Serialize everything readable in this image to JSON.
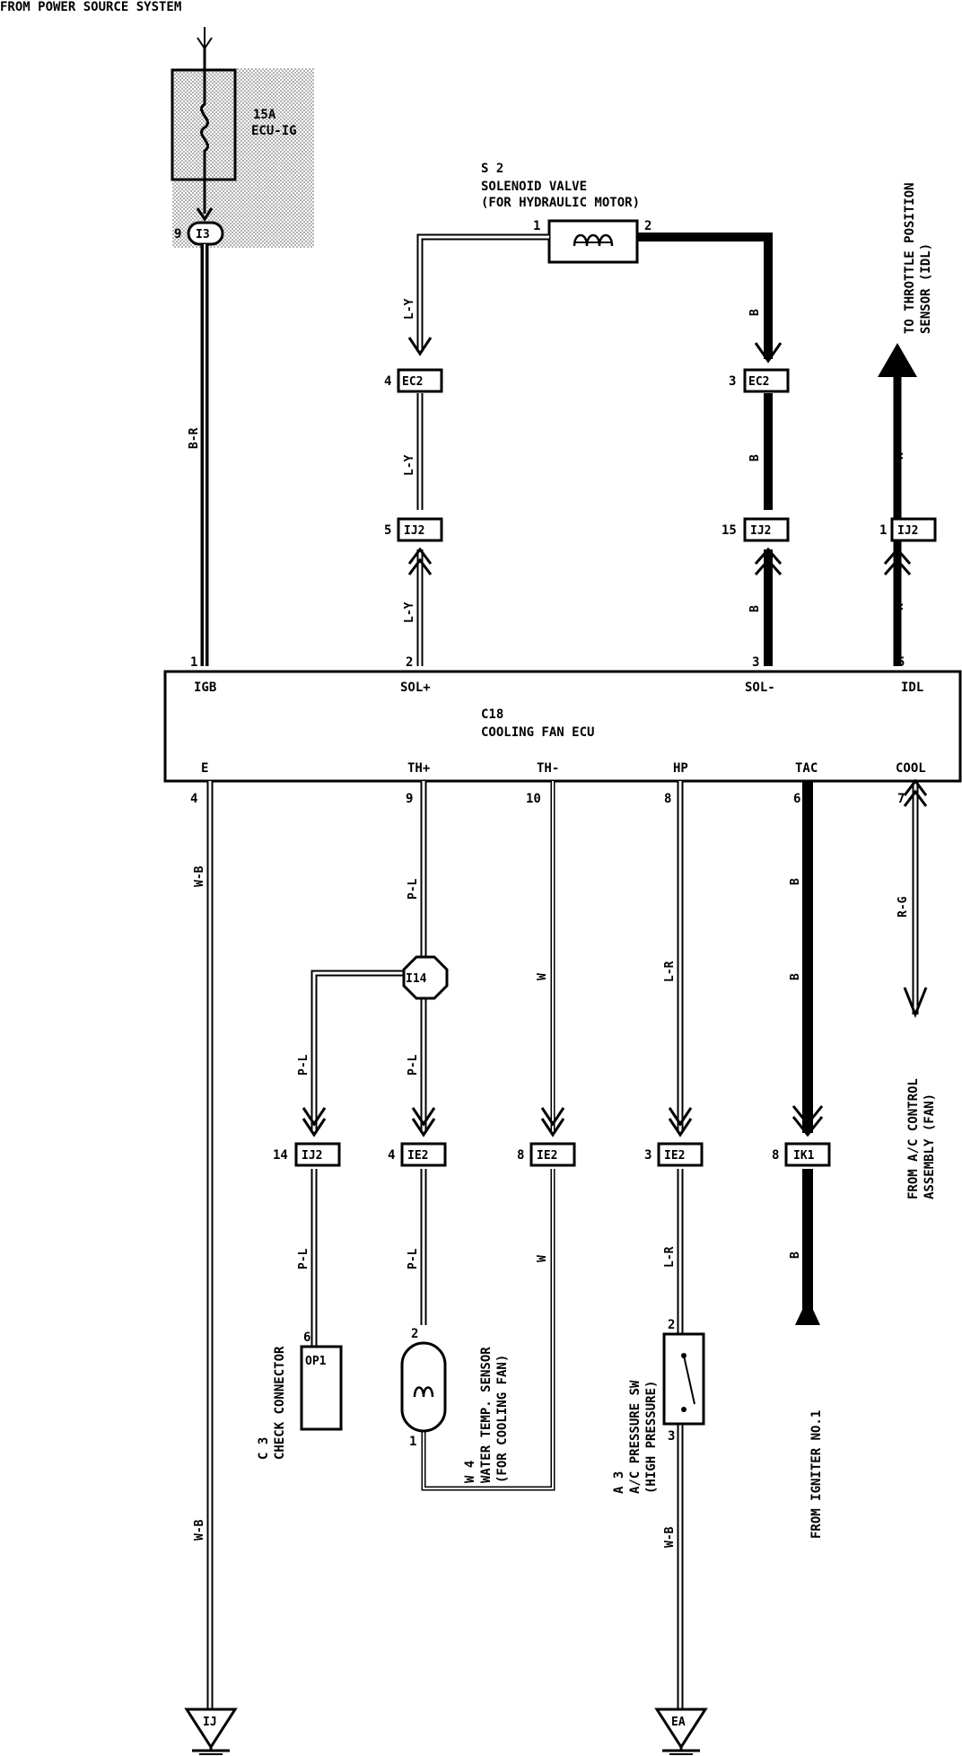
{
  "header": {
    "power_source": "FROM POWER SOURCE SYSTEM"
  },
  "fuse": {
    "rating": "15A",
    "name": "ECU-IG"
  },
  "junction_top": {
    "pin": "9",
    "label": "I3"
  },
  "solenoid": {
    "id": "S 2",
    "name": "SOLENOID VALVE",
    "note": "(FOR HYDRAULIC MOTOR)",
    "pin1": "1",
    "pin2": "2"
  },
  "throttle": {
    "line1": "TO THROTTLE POSITION",
    "line2": "SENSOR (IDL)"
  },
  "ecu": {
    "id": "C18",
    "name": "COOLING FAN ECU",
    "top_terminals": [
      {
        "pin": "1",
        "name": "IGB"
      },
      {
        "pin": "2",
        "name": "SOL+"
      },
      {
        "pin": "3",
        "name": "SOL-"
      },
      {
        "pin": "5",
        "name": "IDL"
      }
    ],
    "bottom_terminals": [
      {
        "pin": "4",
        "name": "E"
      },
      {
        "pin": "9",
        "name": "TH+"
      },
      {
        "pin": "10",
        "name": "TH-"
      },
      {
        "pin": "8",
        "name": "HP"
      },
      {
        "pin": "6",
        "name": "TAC"
      },
      {
        "pin": "7",
        "name": "COOL"
      }
    ]
  },
  "wires": {
    "br": "B-R",
    "ly_a": "L-Y",
    "ly_b": "L-Y",
    "ly_c": "L-Y",
    "b_a": "B",
    "b_b": "B",
    "b_c": "B",
    "r_a": "R",
    "r_b": "R",
    "wb_a": "W-B",
    "wb_b": "W-B",
    "wb_c": "W-B",
    "pl_a": "P-L",
    "pl_b": "P-L",
    "pl_c": "P-L",
    "pl_d": "P-L",
    "pl_e": "P-L",
    "w_a": "W",
    "w_b": "W",
    "lr_a": "L-R",
    "lr_b": "L-R",
    "tac_a": "B",
    "tac_b": "B",
    "tac_c": "B",
    "rg": "R-G"
  },
  "connectors": {
    "ec2_left": {
      "pin": "4",
      "label": "EC2"
    },
    "ec2_right": {
      "pin": "3",
      "label": "EC2"
    },
    "ij2_a": {
      "pin": "5",
      "label": "IJ2"
    },
    "ij2_b": {
      "pin": "15",
      "label": "IJ2"
    },
    "ij2_c": {
      "pin": "1",
      "label": "IJ2"
    },
    "i14": {
      "label": "I14"
    },
    "ij2_d": {
      "pin": "14",
      "label": "IJ2"
    },
    "ie2_a": {
      "pin": "4",
      "label": "IE2"
    },
    "ie2_b": {
      "pin": "8",
      "label": "IE2"
    },
    "ie2_c": {
      "pin": "3",
      "label": "IE2"
    },
    "ik1": {
      "pin": "8",
      "label": "IK1"
    }
  },
  "check_connector": {
    "id": "C 3",
    "name": "CHECK CONNECTOR",
    "label": "OP1",
    "pin": "6"
  },
  "temp_sensor": {
    "id": "W 4",
    "name": "WATER TEMP. SENSOR",
    "note": "(FOR COOLING FAN)",
    "pin_top": "2",
    "pin_bottom": "1"
  },
  "pressure_sw": {
    "id": "A 3",
    "name": "A/C PRESSURE SW",
    "note": "(HIGH PRESSURE)",
    "pin_top": "2",
    "pin_bottom": "3"
  },
  "igniter": {
    "text": "FROM IGNITER NO.1"
  },
  "ac_control": {
    "line1": "FROM A/C CONTROL",
    "line2": "ASSEMBLY (FAN)"
  },
  "grounds": {
    "left": "IJ",
    "right": "EA"
  }
}
